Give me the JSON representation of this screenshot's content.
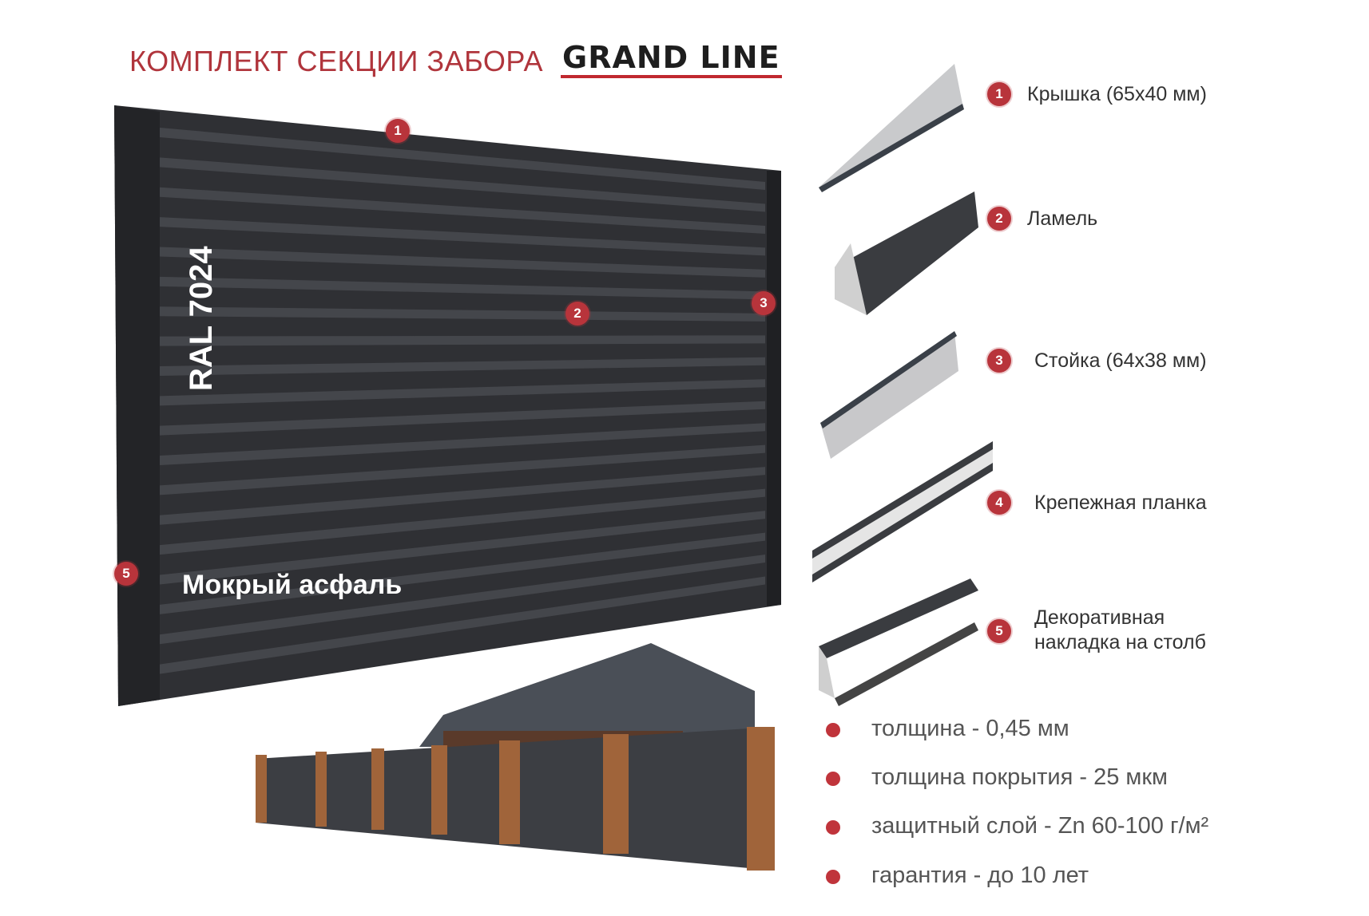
{
  "header": {
    "title": "КОМПЛЕКТ СЕКЦИИ ЗАБОРА",
    "logo": "GRAND LINE"
  },
  "panel": {
    "ral": "RAL 7024",
    "color_name": "Мокрый асфаль",
    "markers": [
      "1",
      "2",
      "3",
      "5"
    ]
  },
  "components": [
    {
      "num": "1",
      "label": "Крышка (65х40 мм)"
    },
    {
      "num": "2",
      "label": "Ламель"
    },
    {
      "num": "3",
      "label": "Стойка (64х38 мм)"
    },
    {
      "num": "4",
      "label": "Крепежная планка"
    },
    {
      "num": "5",
      "label": "Декоративная накладка на столб"
    }
  ],
  "specs": [
    "толщина - 0,45 мм",
    "толщина покрытия - 25 мкм",
    "защитный слой - Zn 60-100 г/м²",
    "гарантия - до 10 лет"
  ],
  "colors": {
    "accent": "#b8343b",
    "panel": "#2e2f33"
  }
}
